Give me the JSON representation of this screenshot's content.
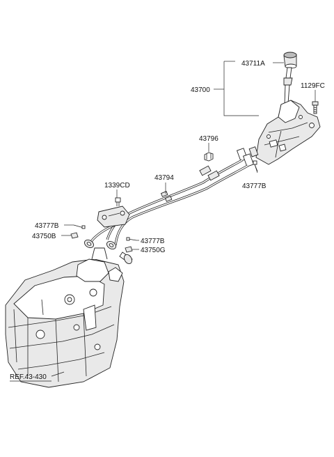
{
  "callouts": {
    "knob": "43711A",
    "shift_lever_assy": "43700",
    "bolt": "1129FC",
    "clip_upper": "43796",
    "cable_assy": "43794",
    "pin_upper": "43777B",
    "bracket_bolt": "1339CD",
    "pin_left": "43777B",
    "washer_left": "43750B",
    "pin_right": "43777B",
    "washer_right": "43750G",
    "reference": "REF.43-430"
  }
}
